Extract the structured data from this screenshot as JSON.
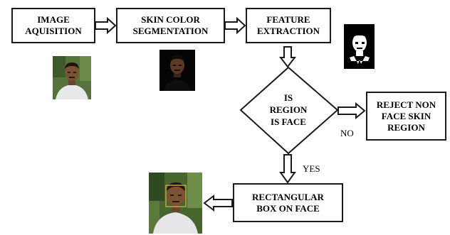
{
  "steps": {
    "acquisition": "IMAGE\nAQUISITION",
    "segmentation": "SKIN COLOR\nSEGMENTATION",
    "extraction": "FEATURE\nEXTRACTION",
    "decision": "IS\nREGION\nIS FACE",
    "reject": "REJECT NON\nFACE SKIN\nREGION",
    "rect_box": "RECTANGULAR\nBOX ON FACE"
  },
  "branch_labels": {
    "no": "NO",
    "yes": "YES"
  },
  "thumbnails": [
    {
      "name": "input-photo",
      "description": "man in white shirt outdoors"
    },
    {
      "name": "skin-segmented-photo",
      "description": "skin-only dark image"
    },
    {
      "name": "feature-mask",
      "description": "binary face mask"
    },
    {
      "name": "detected-face-photo",
      "description": "face with bounding box"
    }
  ]
}
